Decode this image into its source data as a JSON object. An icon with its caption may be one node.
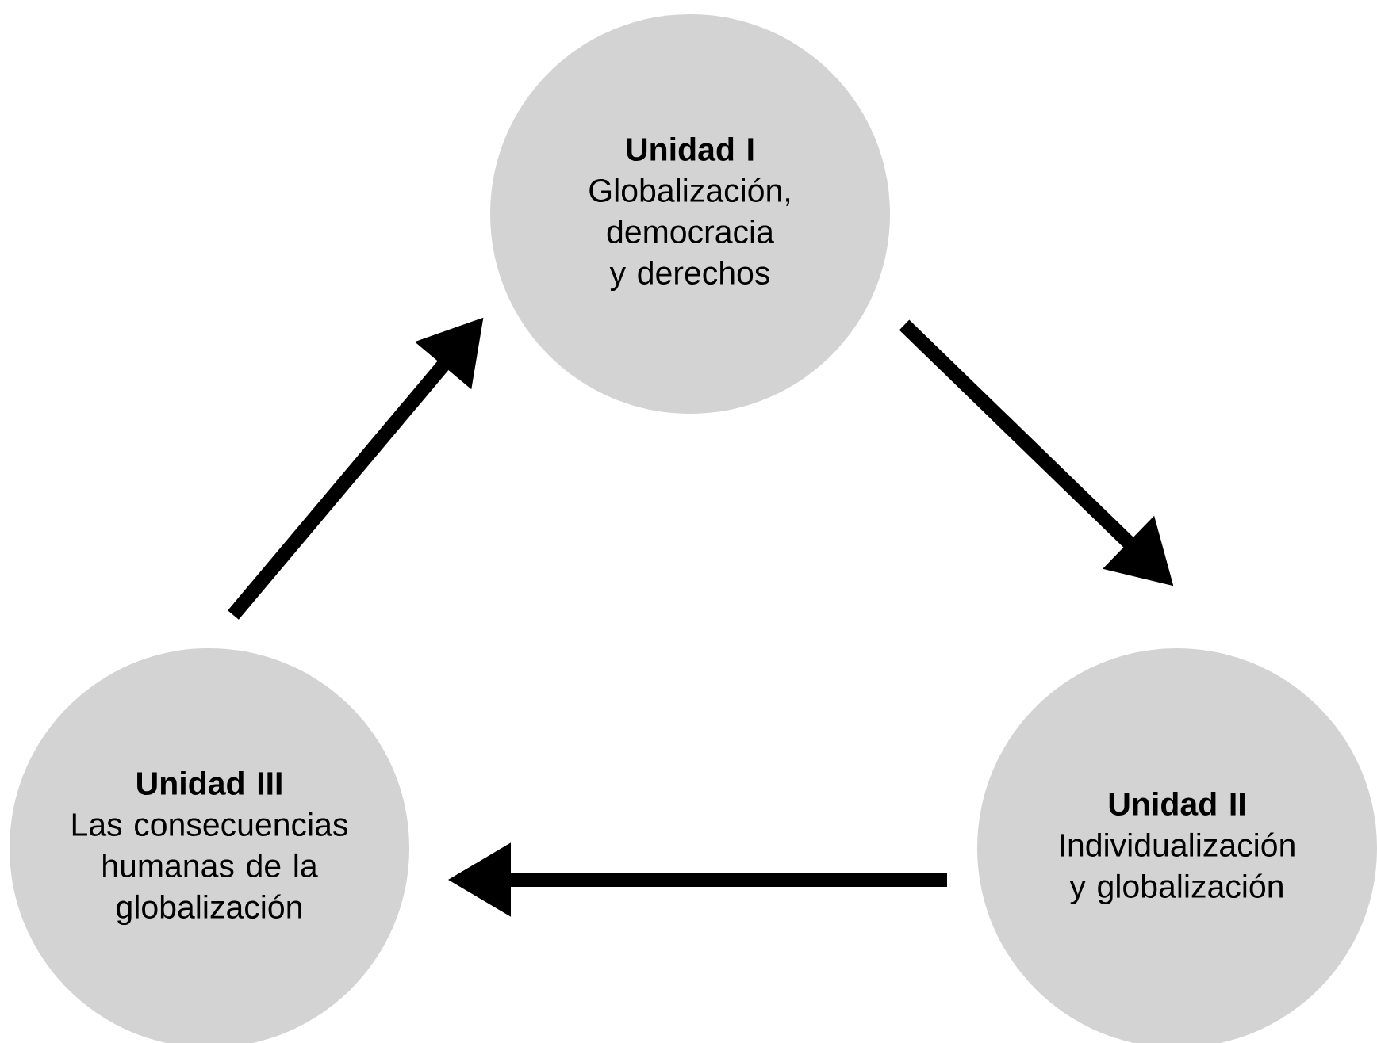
{
  "diagram": {
    "nodes": [
      {
        "text": [
          "Unidad I",
          "Globalización, democracia y derechos"
        ]
      },
      {
        "text": [
          "Unidad II",
          "Individualización y globalización"
        ]
      },
      {
        "text": [
          "Unidad III",
          "Las consecuencias humanas de la globalización"
        ]
      }
    ],
    "edges": [
      {
        "from": 0,
        "to": 1,
        "arrow": "to"
      },
      {
        "from": 1,
        "to": 2,
        "arrow": "to"
      },
      {
        "from": 2,
        "to": 0,
        "arrow": "to"
      }
    ]
  }
}
